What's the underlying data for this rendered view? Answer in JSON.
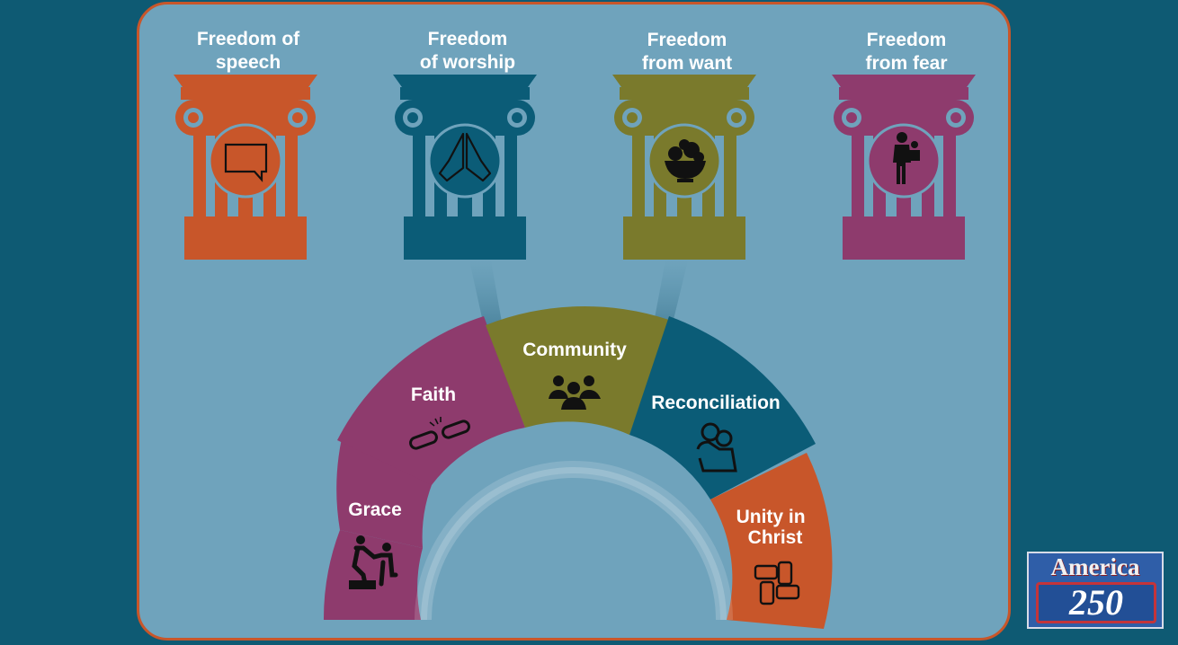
{
  "pillars": [
    {
      "title": "Freedom of\nspeech",
      "icon": "speech-bubble-icon",
      "color": "#c8562a"
    },
    {
      "title": "Freedom\nof worship",
      "icon": "praying-hands-icon",
      "color": "#0b5c77"
    },
    {
      "title": "Freedom\nfrom want",
      "icon": "fruit-bowl-icon",
      "color": "#7a7a2c"
    },
    {
      "title": "Freedom\nfrom fear",
      "icon": "parent-child-icon",
      "color": "#8e3b6d"
    }
  ],
  "arch": [
    {
      "label": "Grace",
      "icon": "helping-hand-icon",
      "color": "#8e3b6d"
    },
    {
      "label": "Faith",
      "icon": "broken-chain-icon",
      "color": "#8e3b6d"
    },
    {
      "label": "Community",
      "icon": "people-group-icon",
      "color": "#7a7a2c"
    },
    {
      "label": "Reconciliation",
      "icon": "embrace-icon",
      "color": "#0b5c77"
    },
    {
      "label": "Unity in\nChrist",
      "icon": "joined-hands-icon",
      "color": "#c8562a"
    }
  ],
  "logo": {
    "top": "America",
    "bottom": "250"
  }
}
